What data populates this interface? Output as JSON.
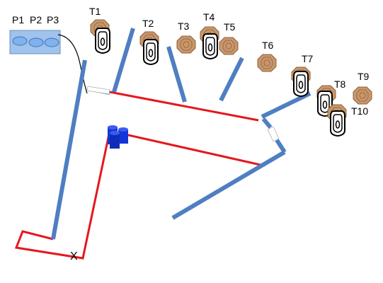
{
  "colors": {
    "wall": "#4f7ec2",
    "fault_line": "#e5171e",
    "gap": "#ffffff",
    "target_fill": "#c9976a",
    "target_stroke": "#8a6040",
    "table_fill": "#9fc3ec",
    "barrel": "#1436d6"
  },
  "labels": {
    "p1": "P1",
    "p2": "P2",
    "p3": "P3",
    "t1": "T1",
    "t2": "T2",
    "t3": "T3",
    "t4": "T4",
    "t5": "T5",
    "t6": "T6",
    "t7": "T7",
    "t8": "T8",
    "t9": "T9",
    "t10": "T10",
    "start_marker": "X"
  },
  "icons": {
    "cardboard_target": "octagon-target-icon",
    "no_shoot_target": "white-target-icon",
    "barrel": "barrel-icon",
    "pistol_table": "table-icon"
  }
}
